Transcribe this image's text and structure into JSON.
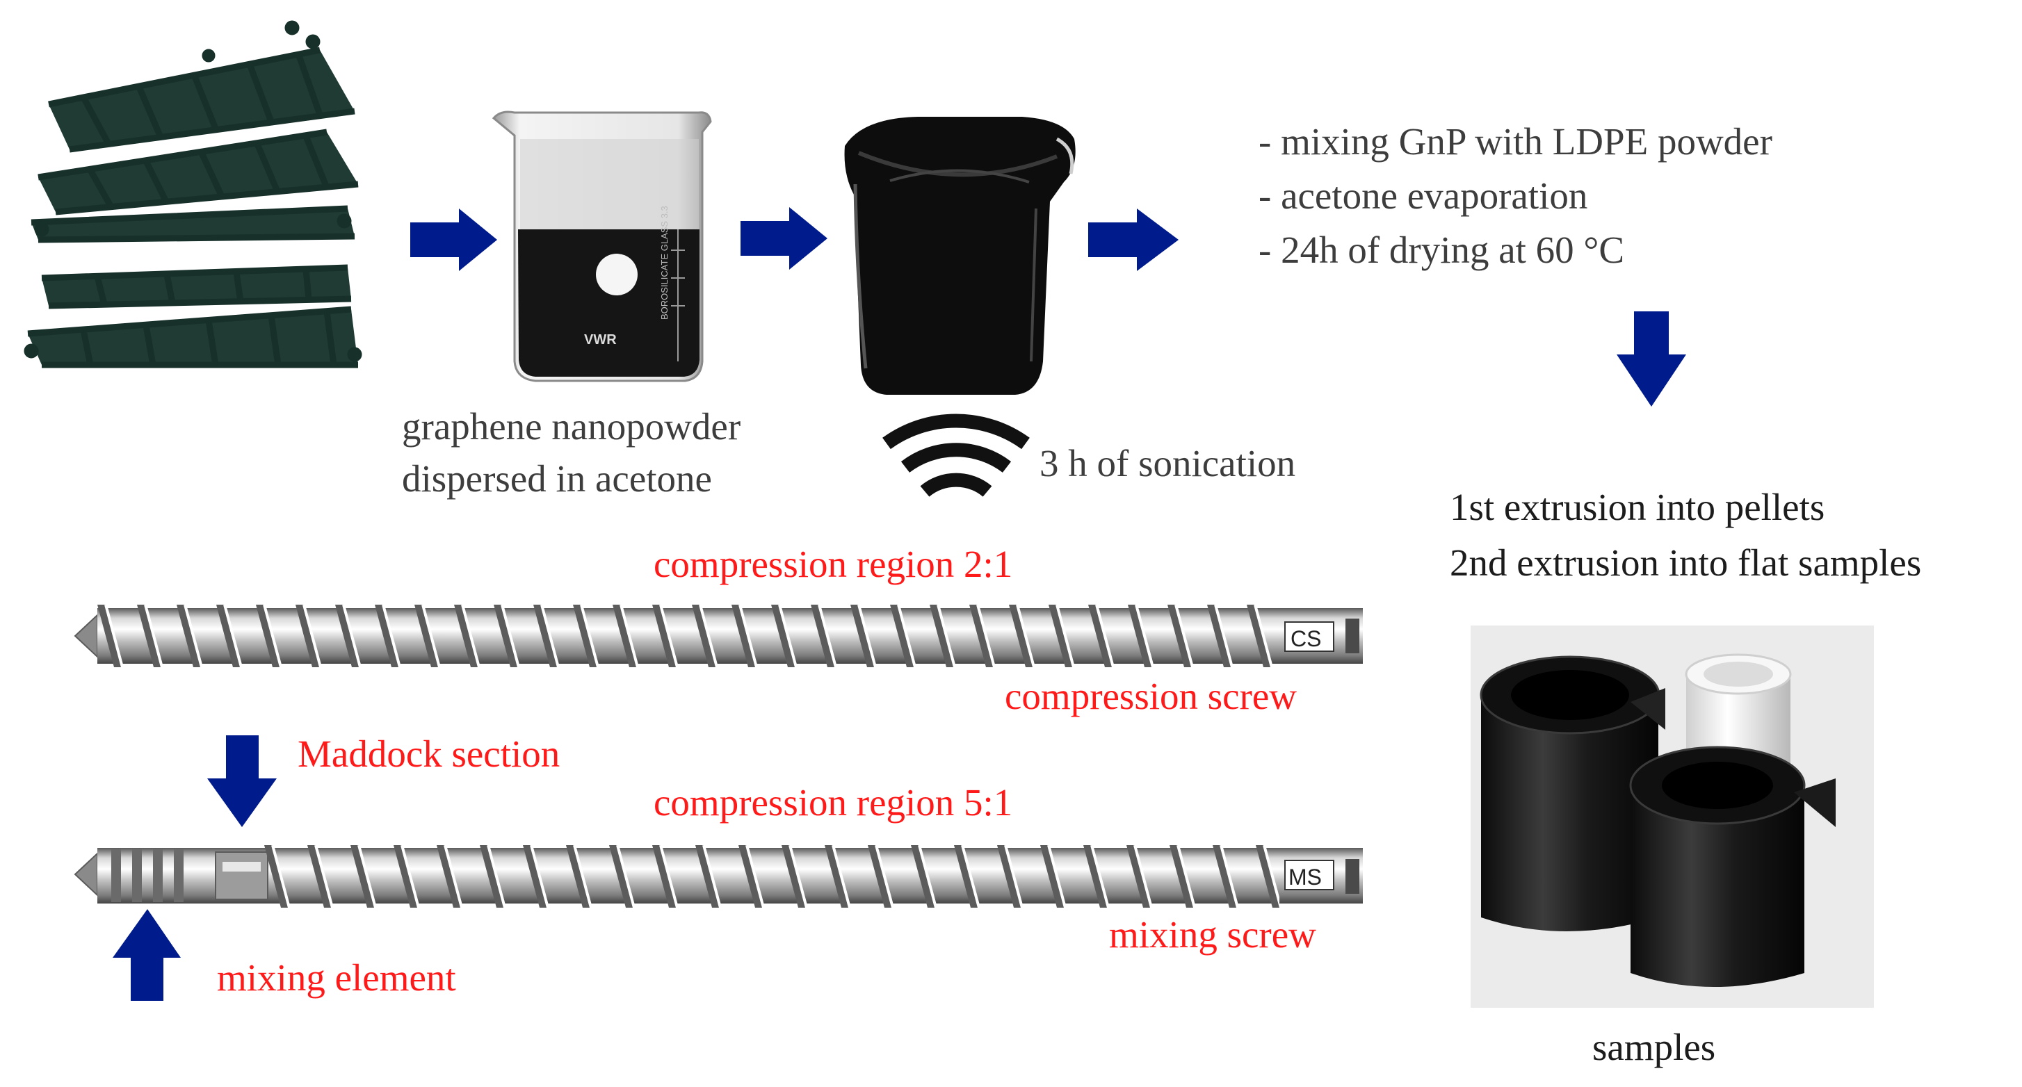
{
  "colors": {
    "arrow": "#001b8c",
    "red_label": "#ff1a1a",
    "text": "#3d3d3d",
    "graphene": "#17302a"
  },
  "labels": {
    "beaker_caption_line1": "graphene nanopowder",
    "beaker_caption_line2": "dispersed in acetone",
    "sonication": "3 h of sonication",
    "steps": [
      "- mixing GnP with LDPE powder",
      "- acetone evaporation",
      "- 24h of drying at 60 °C"
    ],
    "extrusion_line1": "1st extrusion into pellets",
    "extrusion_line2": "2nd extrusion into flat samples",
    "samples": "samples",
    "compression_region_top": "compression region 2:1",
    "compression_screw": "compression screw",
    "cs_tag": "CS",
    "maddock_section": "Maddock section",
    "compression_region_bottom": "compression region 5:1",
    "ms_tag": "MS",
    "mixing_screw": "mixing screw",
    "mixing_element": "mixing element"
  },
  "beaker_label": {
    "brand": "VWR",
    "product": "BOROSILICATE GLASS 3.3"
  },
  "icons": {
    "graphene": "graphene-layers-icon",
    "beaker1": "beaker-dispersion-icon",
    "beaker2": "beaker-sonicated-icon",
    "sonication": "sonication-waves-icon",
    "samples": "sample-rolls-icon"
  }
}
